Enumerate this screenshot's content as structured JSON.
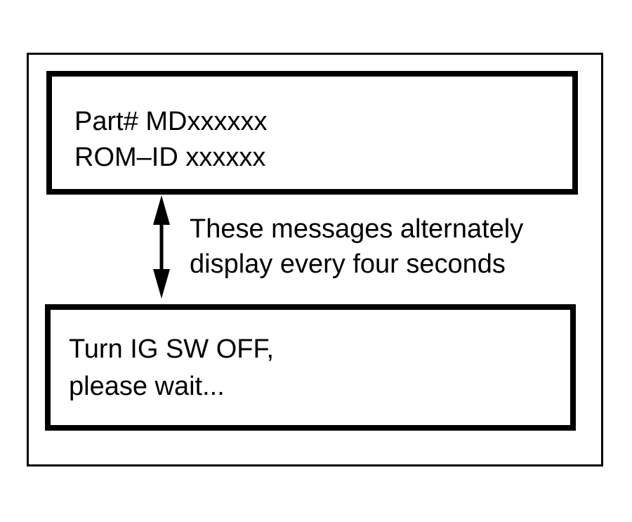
{
  "message_top": {
    "line1": "Part# MDxxxxxx",
    "line2": "ROM–ID xxxxxx"
  },
  "message_bottom": {
    "line1": "Turn IG SW OFF,",
    "line2": "please wait..."
  },
  "note": {
    "line1": "These messages alternately",
    "line2": "display every four seconds"
  },
  "icons": {
    "arrow": "double-headed-vertical-arrow"
  },
  "colors": {
    "ink": "#000000",
    "paper": "#ffffff"
  }
}
